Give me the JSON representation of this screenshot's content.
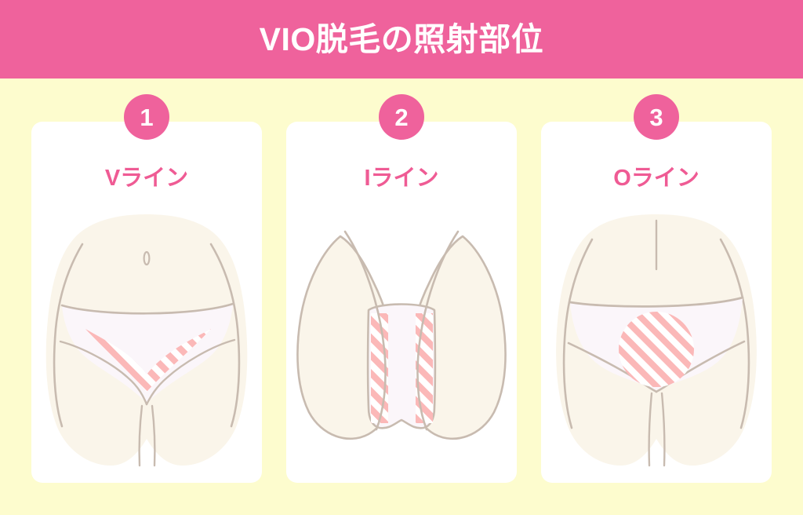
{
  "header": {
    "title": "VIO脱毛の照射部位",
    "background_color": "#ef629c",
    "text_color": "#ffffff"
  },
  "page": {
    "background_color": "#fdfcce",
    "card_background_color": "#ffffff",
    "accent_pink": "#ef5b94",
    "hatch_pink": "#fbb8b8",
    "skin_color": "#faf5ea",
    "underwear_color": "#fbf6fa",
    "outline_color": "#c8bbb0"
  },
  "cards": [
    {
      "badge": "1",
      "label": "Vライン",
      "illustration": "front-view-v-line",
      "highlight_shape": "triangle-hatch",
      "highlight_region": "front bikini line / V zone"
    },
    {
      "badge": "2",
      "label": "Iライン",
      "illustration": "bottom-view-i-line",
      "highlight_shape": "vertical-strips-hatch",
      "highlight_region": "between the legs / I zone"
    },
    {
      "badge": "3",
      "label": "Oライン",
      "illustration": "rear-view-o-line",
      "highlight_shape": "circle-hatch",
      "highlight_region": "around the anus / O zone"
    }
  ]
}
